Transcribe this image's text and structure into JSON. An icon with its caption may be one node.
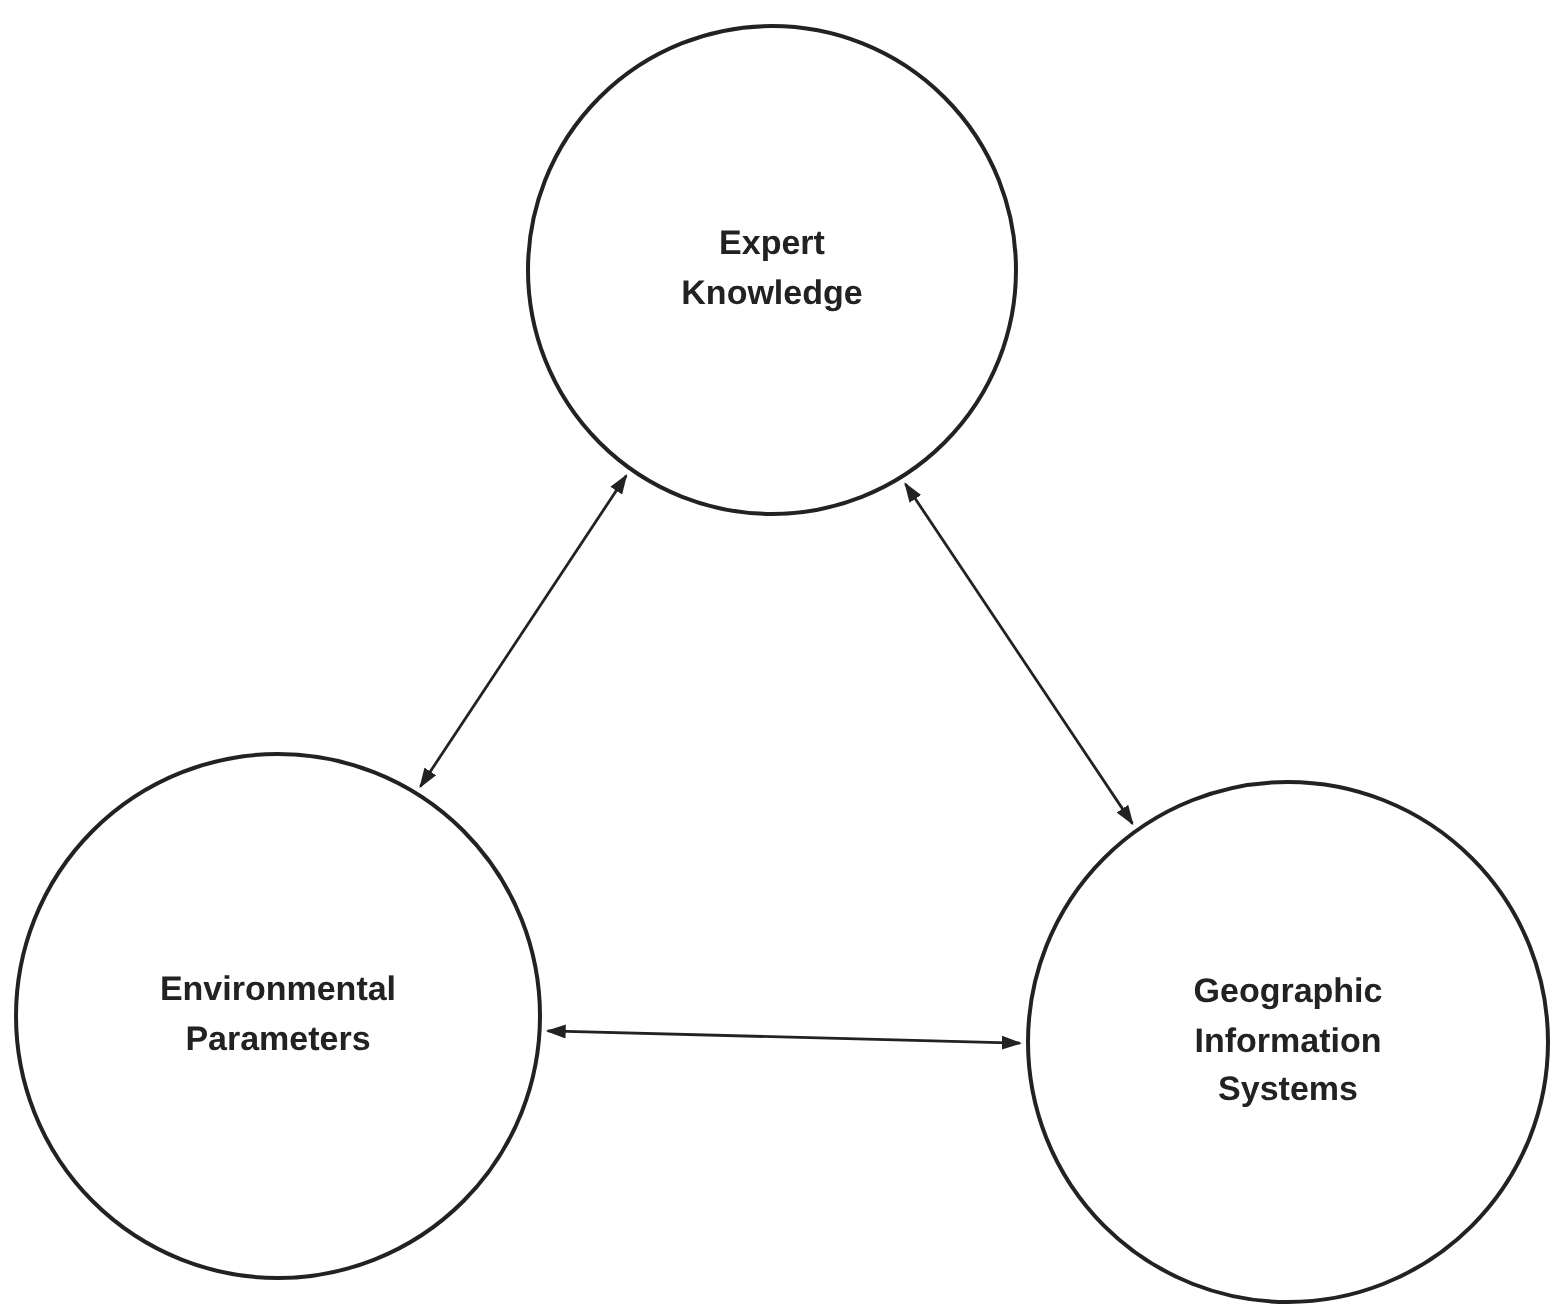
{
  "diagram": {
    "nodes": [
      {
        "text": [
          "Expert Knowledge"
        ]
      },
      {
        "text": [
          "Environmental Parameters"
        ]
      },
      {
        "text": [
          "Geographic Information Systems"
        ]
      }
    ],
    "edges": [
      {
        "from": 0,
        "to": 1,
        "arrow": "both"
      },
      {
        "from": 0,
        "to": 2,
        "arrow": "both"
      },
      {
        "from": 1,
        "to": 2,
        "arrow": "both"
      }
    ]
  }
}
